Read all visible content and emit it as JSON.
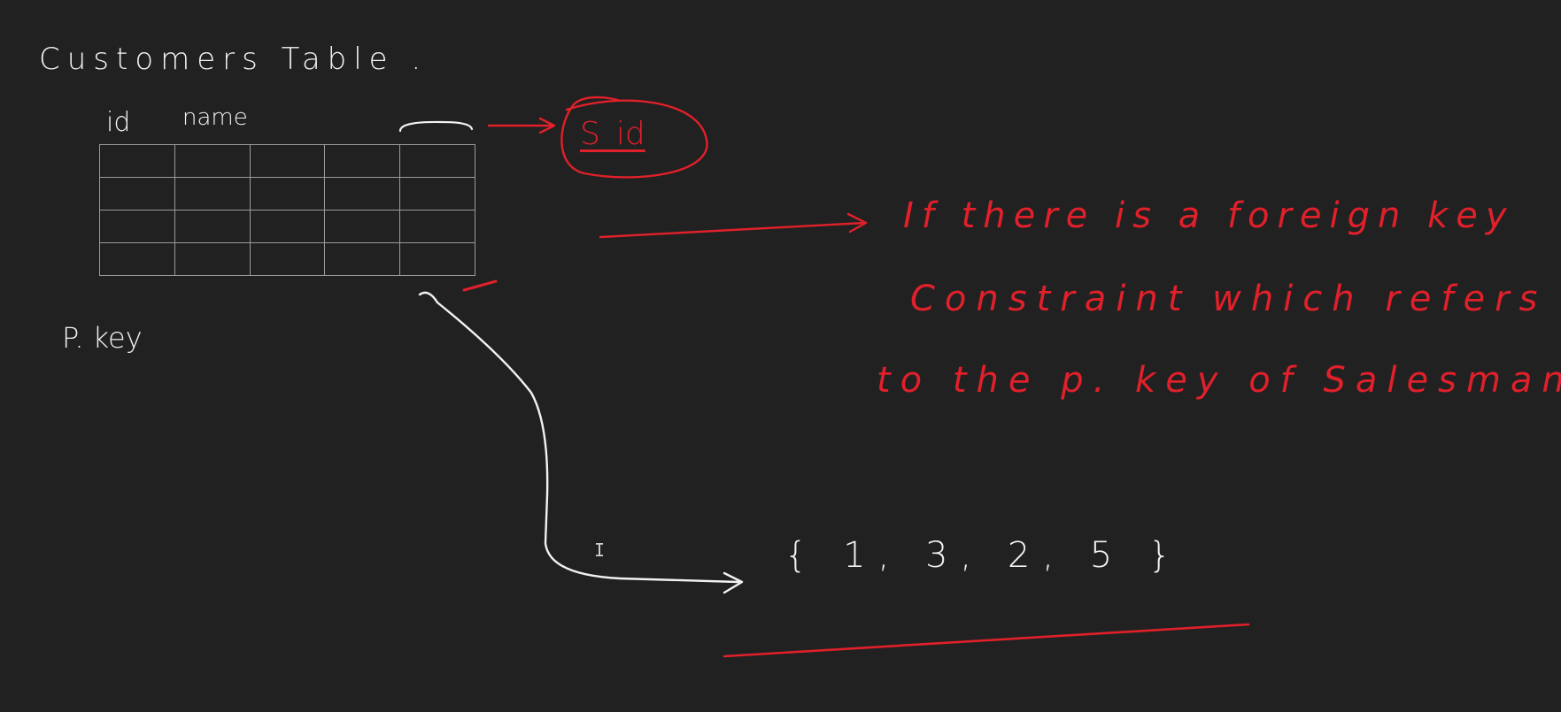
{
  "board": {
    "title": "Customers Table .",
    "columns": [
      "id",
      "name"
    ],
    "primary_key_label": "P. key",
    "ref_label": "S_id",
    "note_lines": [
      "If there is a foreign key",
      "Constraint which refers",
      "to the p. key of Salesman"
    ],
    "value_set": "{ 1, 3, 2, 5 }",
    "grid": {
      "rows": 4,
      "cols": 5
    },
    "colors": {
      "background": "#212121",
      "white_ink": "#f2f2f2",
      "red_ink": "#e0202a",
      "grid_line": "#9a9a9a"
    }
  }
}
